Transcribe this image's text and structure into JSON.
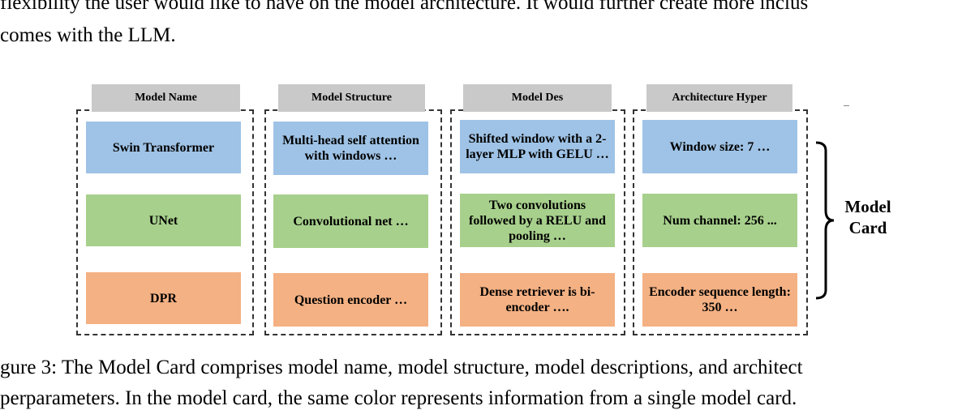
{
  "body_text": {
    "line1": "flexibility the user would like to have on the model architecture. It would further create more inclus",
    "line2": "comes with the LLM."
  },
  "figure": {
    "columns": [
      {
        "header": "Model Name",
        "cells": [
          "Swin Transformer",
          "UNet",
          "DPR"
        ]
      },
      {
        "header": "Model Structure",
        "cells": [
          "Multi-head self attention with windows …",
          "Convolutional net …",
          "Question encoder …"
        ]
      },
      {
        "header": "Model Des",
        "cells": [
          "Shifted window with a 2-layer MLP with GELU …",
          "Two convolutions followed by a RELU and pooling …",
          "Dense retriever is bi-encoder …."
        ]
      },
      {
        "header": "Architecture Hyper",
        "cells": [
          "Window size: 7 …",
          "Num channel: 256 ...",
          "Encoder sequence length: 350 …"
        ]
      }
    ],
    "model_card_label": "Model Card",
    "colors": {
      "blue": "#9fc3e6",
      "green": "#a7d08c",
      "orange": "#f4b183",
      "header": "#c9c9c9"
    }
  },
  "caption": {
    "line1": "gure 3: The Model Card comprises model name, model structure, model descriptions, and architect",
    "line2": "perparameters. In the model card, the same color represents information from a single model card."
  }
}
